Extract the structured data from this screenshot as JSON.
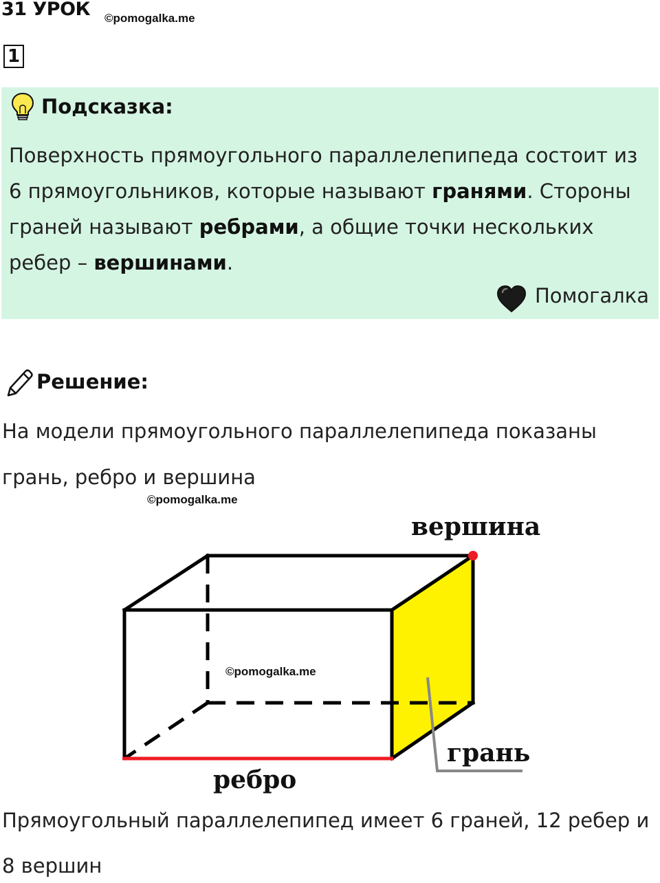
{
  "header": {
    "lesson_title": "31 УРОК",
    "watermark": "©pomogalka.me",
    "task_number": "1"
  },
  "hint": {
    "icon": "lightbulb-icon",
    "title": "Подсказка:",
    "text_1": "Поверхность прямоугольного параллелепипеда состоит из 6 прямоугольников, которые называют ",
    "bold_1": "гранями",
    "text_2": ". Стороны граней называют ",
    "bold_2": "ребрами",
    "text_3": ", а общие точки нескольких ребер – ",
    "bold_3": "вершинами",
    "text_4": ".",
    "brand_icon": "heart-icon",
    "brand": "Помогалка",
    "background_color": "#d5f5e3"
  },
  "solution": {
    "icon": "pencil-icon",
    "title": "Решение:",
    "line_1": "На модели прямоугольного параллелепипеда показаны",
    "line_2": "грань, ребро и вершина",
    "watermark_1": "©pomogalka.me",
    "watermark_2": "©pomogalka.me",
    "conclusion_1": "Прямоугольный параллелепипед имеет 6 граней, 12 ребер и",
    "conclusion_2": "8 вершин"
  },
  "figure": {
    "label_vertex": "вершина",
    "label_face": "грань",
    "label_edge": "ребро",
    "face_color": "#fff200",
    "edge_color": "#ee1c24",
    "vertex_color": "#ee1c24",
    "pointer_color": "#888888"
  }
}
